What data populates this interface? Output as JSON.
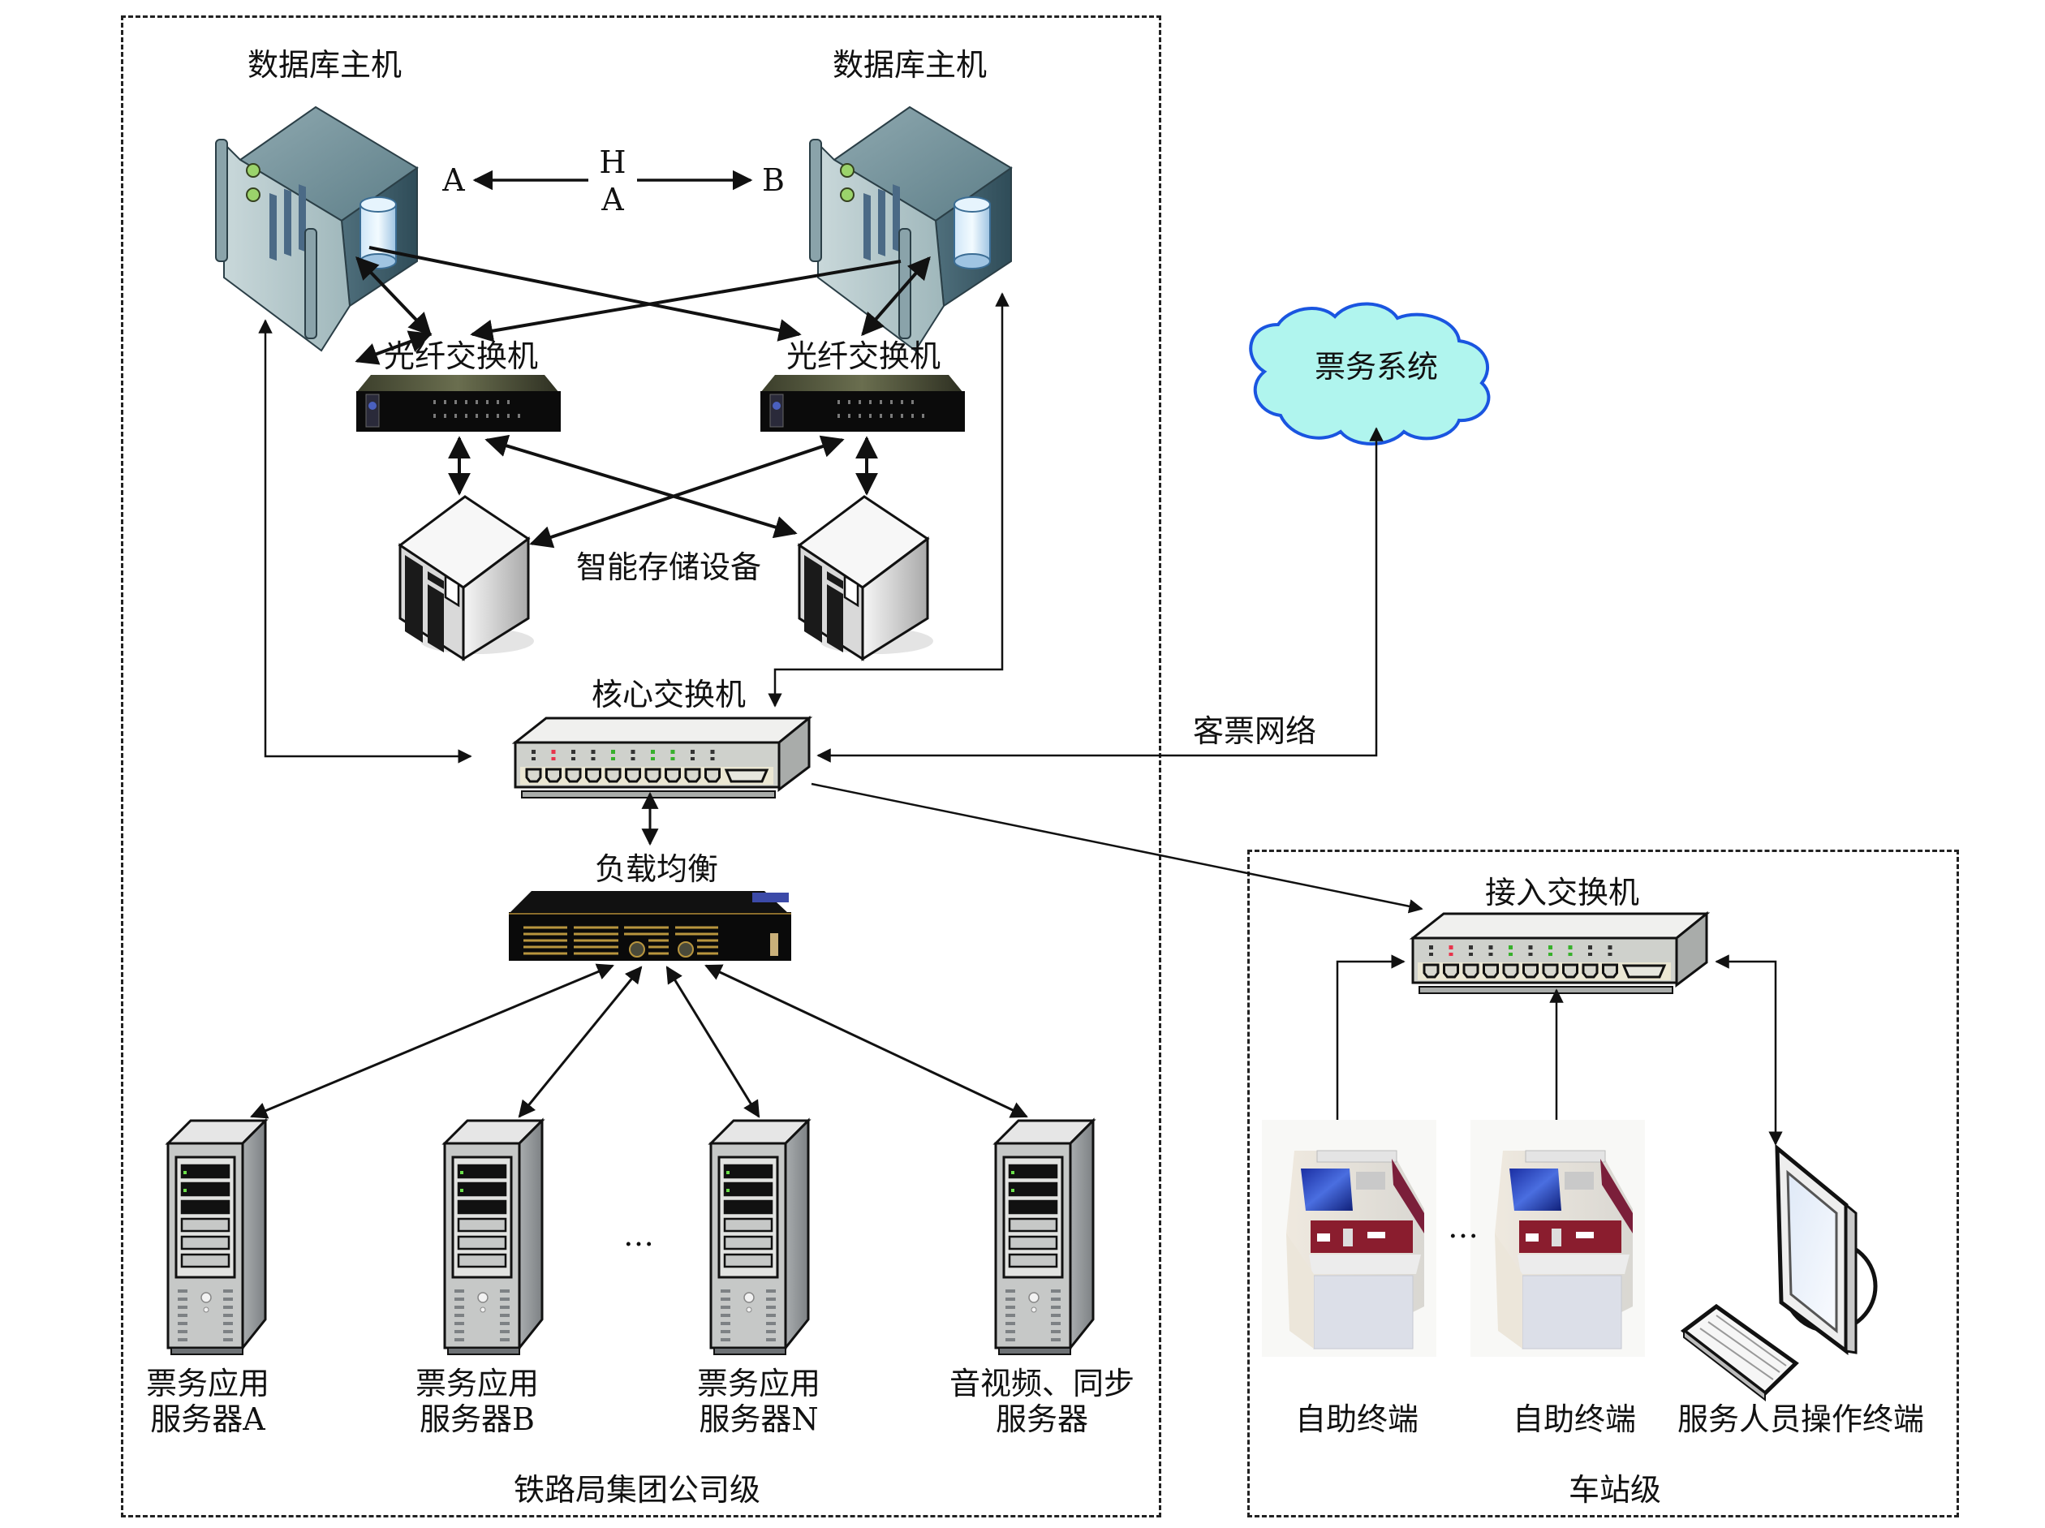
{
  "title": "客票系统网络拓扑",
  "groups": {
    "bureau": {
      "label": "铁路局集团公司级"
    },
    "station": {
      "label": "车站级"
    }
  },
  "nodes": {
    "db_host_a": {
      "label": "数据库主机",
      "icon": "database-server-icon"
    },
    "db_host_b": {
      "label": "数据库主机",
      "icon": "database-server-icon"
    },
    "ha": {
      "left": "A",
      "right": "B",
      "top": "H",
      "bottom": "A"
    },
    "fiber_switch_1": {
      "label": "光纤交换机",
      "icon": "fiber-switch-icon"
    },
    "fiber_switch_2": {
      "label": "光纤交换机",
      "icon": "fiber-switch-icon"
    },
    "storage": {
      "label": "智能存储设备",
      "icon": "storage-cabinet-icon"
    },
    "core_switch": {
      "label": "核心交换机",
      "icon": "network-switch-icon"
    },
    "ticket_system": {
      "label": "票务系统",
      "icon": "cloud-icon"
    },
    "network_link": {
      "label": "客票网络"
    },
    "load_balancer": {
      "label": "负载均衡",
      "icon": "load-balancer-icon"
    },
    "servers": [
      {
        "line1": "票务应用",
        "line2": "服务器A"
      },
      {
        "line1": "票务应用",
        "line2": "服务器B"
      },
      {
        "line1": "票务应用",
        "line2": "服务器N"
      },
      {
        "line1": "音视频、同步",
        "line2": "服务器"
      }
    ],
    "servers_ellipsis": "…",
    "access_switch": {
      "label": "接入交换机",
      "icon": "network-switch-icon"
    },
    "terminals": [
      {
        "label": "自助终端",
        "icon": "kiosk-icon"
      },
      {
        "label": "自助终端",
        "icon": "kiosk-icon"
      },
      {
        "label": "服务人员操作终端",
        "icon": "desktop-computer-icon"
      }
    ],
    "terminals_ellipsis": "…"
  },
  "colors": {
    "cloud_fill": "#b0f5ee",
    "cloud_stroke": "#1a55e0",
    "line": "#111111"
  }
}
